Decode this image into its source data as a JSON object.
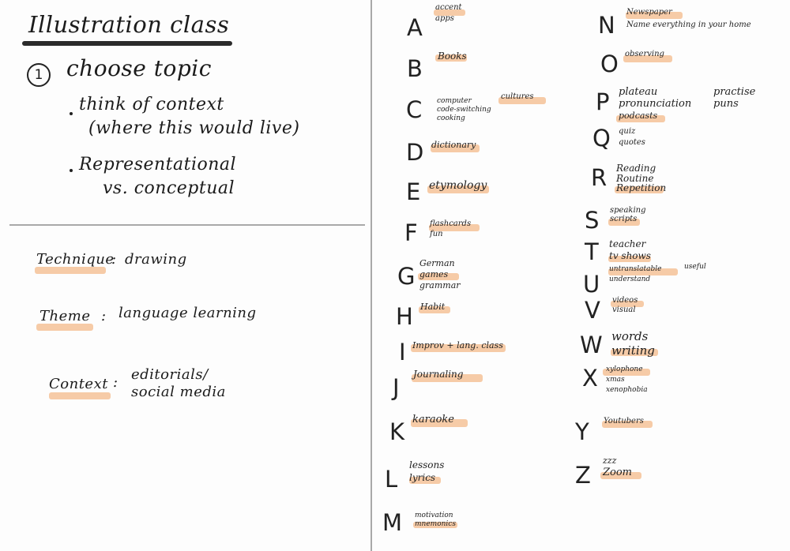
{
  "left": {
    "title": "Illustration class",
    "step_number": "1",
    "step_label": "choose topic",
    "bullets": [
      {
        "lines": [
          "think of context",
          "(where this would live)"
        ]
      },
      {
        "lines": [
          "Representational",
          "vs. conceptual"
        ]
      }
    ],
    "fields": [
      {
        "label": "Technique",
        "sep": ":",
        "value_lines": [
          "drawing"
        ]
      },
      {
        "label": "Theme",
        "sep": ":",
        "value_lines": [
          "language learning"
        ]
      },
      {
        "label": "Context",
        "sep": ":",
        "value_lines": [
          "editorials/",
          "social media"
        ]
      }
    ]
  },
  "alphabet": {
    "A": [
      "accent",
      "apps"
    ],
    "B": [
      "Books"
    ],
    "C": [
      "computer",
      "code-switching",
      "cooking",
      "cultures"
    ],
    "D": [
      "dictionary"
    ],
    "E": [
      "etymology"
    ],
    "F": [
      "flashcards",
      "fun"
    ],
    "G": [
      "German",
      "games",
      "grammar"
    ],
    "H": [
      "Habit"
    ],
    "I": [
      "Improv + lang. class"
    ],
    "J": [
      "Journaling"
    ],
    "K": [
      "karaoke"
    ],
    "L": [
      "lessons",
      "lyrics"
    ],
    "M": [
      "motivation",
      "mnemonics"
    ],
    "N": [
      "Newspaper",
      "Name everything in your home"
    ],
    "O": [
      "observing"
    ],
    "P": [
      "plateau",
      "pronunciation",
      "podcasts",
      "practise",
      "puns"
    ],
    "Q": [
      "quiz",
      "quotes"
    ],
    "R": [
      "Reading",
      "Routine",
      "Repetition"
    ],
    "S": [
      "speaking",
      "scripts"
    ],
    "T": [
      "teacher",
      "tv shows"
    ],
    "U": [
      "untranslatable",
      "useful",
      "understand"
    ],
    "V": [
      "videos",
      "visual"
    ],
    "W": [
      "words",
      "writing"
    ],
    "X": [
      "xylophone",
      "xmas",
      "xenophobia"
    ],
    "Y": [
      "Youtubers"
    ],
    "Z": [
      "zzz",
      "Zoom"
    ]
  }
}
